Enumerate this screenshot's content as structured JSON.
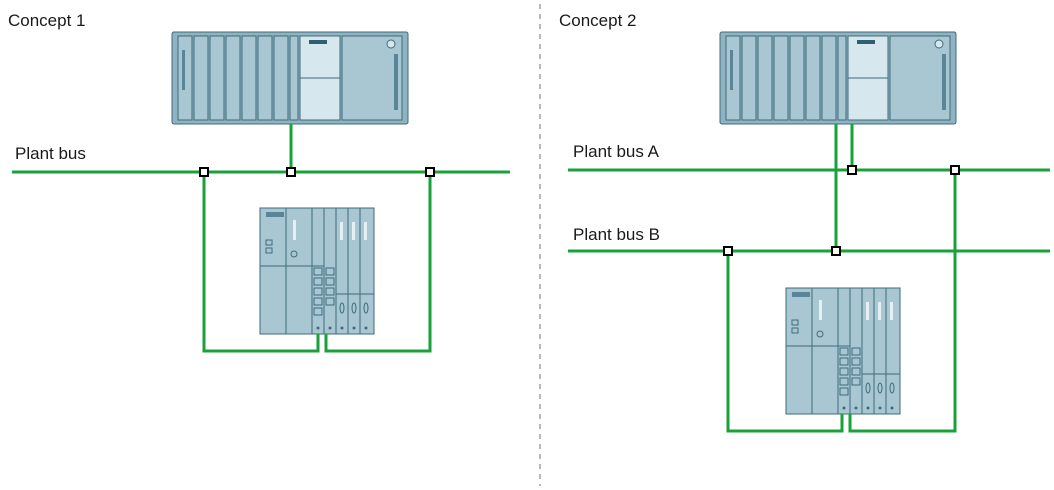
{
  "concept1": {
    "title": "Concept 1",
    "bus_label": "Plant bus",
    "controller_icon": "automation-system-rack-icon",
    "station_icon": "distributed-io-station-icon"
  },
  "concept2": {
    "title": "Concept 2",
    "bus_a_label": "Plant bus A",
    "bus_b_label": "Plant bus B",
    "controller_icon": "automation-system-rack-icon",
    "station_icon": "distributed-io-station-icon"
  },
  "colors": {
    "bus": "#1aa23a",
    "device": "#8fb3c0",
    "divider": "#888888"
  }
}
